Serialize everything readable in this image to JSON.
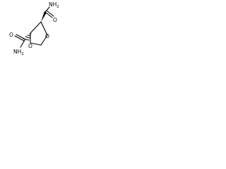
{
  "molecule": {
    "atoms": {
      "nh2_top": {
        "main": "NH",
        "sub": "2"
      },
      "o_top": "O",
      "o_ring_right": "O",
      "o_ring_bottom": "O",
      "o_left": "O",
      "nh2_left": {
        "main": "NH",
        "sub": "2"
      }
    },
    "stereo_bonds": [
      "wedge",
      "hash"
    ]
  }
}
